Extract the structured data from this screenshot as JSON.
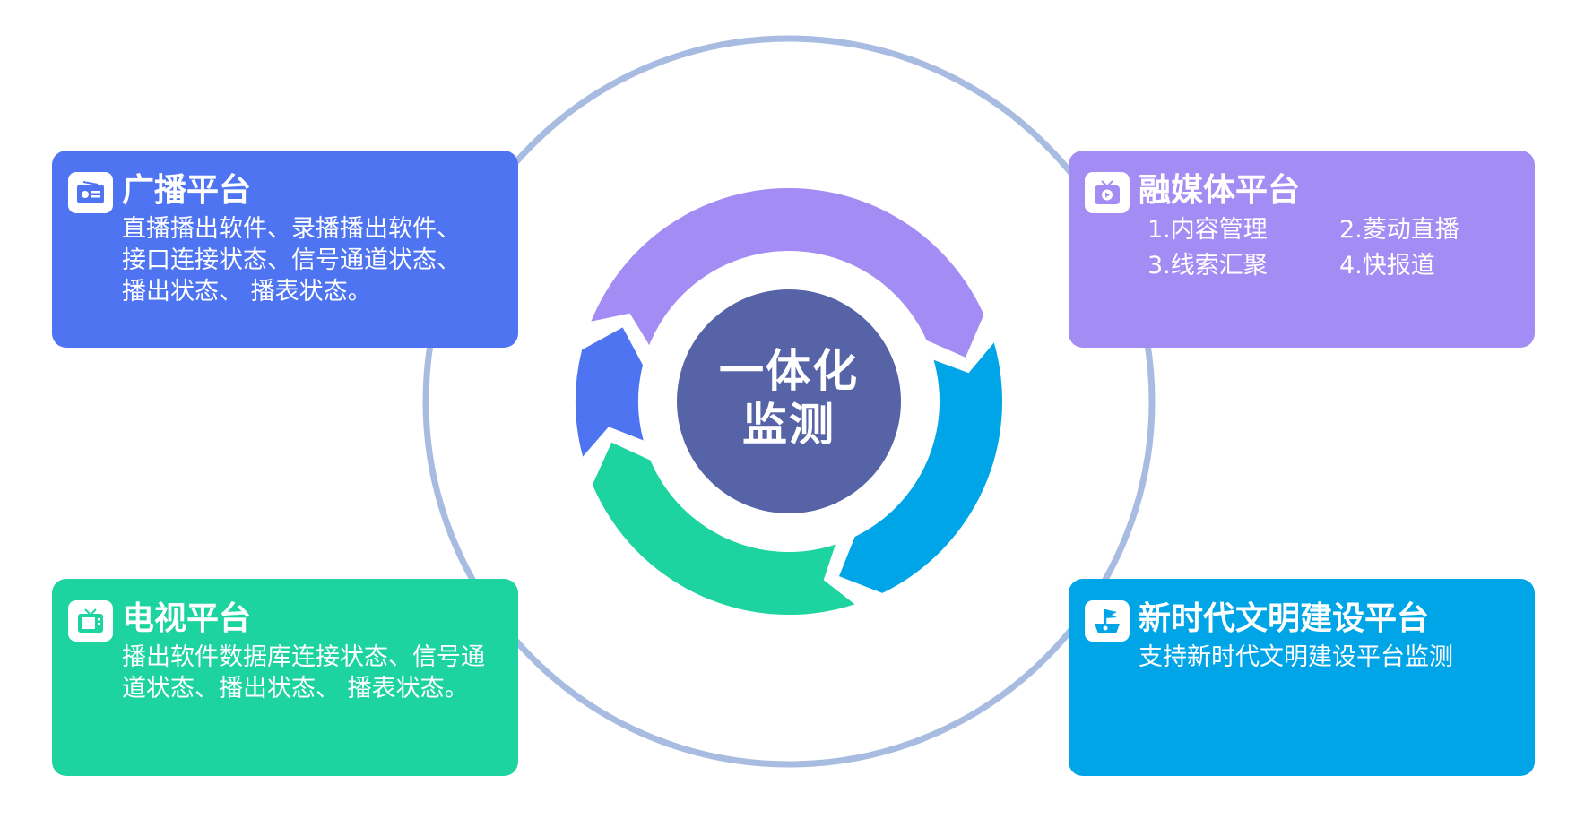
{
  "colors": {
    "outer_ring": "#A7BCE0",
    "blue": "#4F74F2",
    "purple": "#A38CF3",
    "cyan": "#00A5E8",
    "green": "#1DD3A0",
    "center": "#5663A6"
  },
  "center": {
    "title": "一体化\n监测"
  },
  "cards": {
    "broadcast": {
      "icon": "radio-icon",
      "title": "广播平台",
      "desc": "直播播出软件、录播播出软件、\n接口连接状态、信号通道状态、\n播出状态、 播表状态。"
    },
    "media": {
      "icon": "tv-play-icon",
      "title": "融媒体平台",
      "items": [
        "1.内容管理",
        "2.菱动直播",
        "3.线索汇聚",
        "4.快报道"
      ]
    },
    "tv": {
      "icon": "tv-icon",
      "title": "电视平台",
      "desc": "播出软件数据库连接状态、信号通\n道状态、播出状态、 播表状态。"
    },
    "civ": {
      "icon": "flag-map-icon",
      "title": "新时代文明建设平台",
      "desc": "支持新时代文明建设平台监测"
    }
  }
}
